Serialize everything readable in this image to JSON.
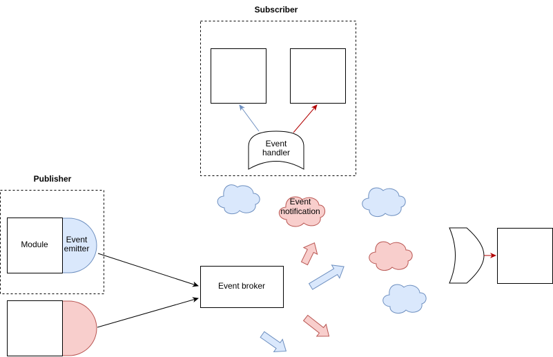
{
  "groups": {
    "subscriber": {
      "title": "Subscriber"
    },
    "publisher": {
      "title": "Publisher"
    }
  },
  "labels": {
    "module": "Module",
    "event_emitter_line1": "Event",
    "event_emitter_line2": "emitter",
    "event_handler_line1": "Event",
    "event_handler_line2": "handler",
    "event_broker": "Event broker",
    "event_notification_line1": "Event",
    "event_notification_line2": "notification"
  },
  "colors": {
    "blue_fill": "#dae8fc",
    "blue_stroke": "#6c8ebf",
    "red_fill": "#f8cecc",
    "red_stroke": "#b85450",
    "arrow_blue": "#6c8ebf",
    "arrow_red": "#b20000"
  }
}
